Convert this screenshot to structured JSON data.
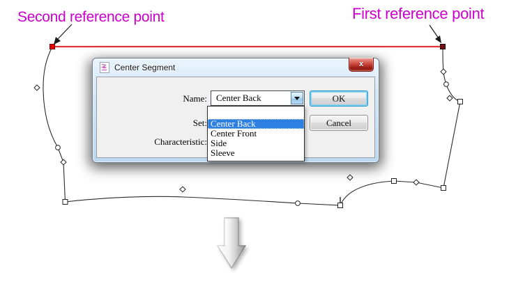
{
  "annotations": {
    "second_reference_label": "Second reference point",
    "first_reference_label": "First reference point",
    "label_color": "#cc00cc"
  },
  "dialog": {
    "title": "Center Segment",
    "close_glyph": "x",
    "fields": {
      "name_label": "Name:",
      "set_label": "Set:",
      "characteristic_label": "Characteristic:"
    },
    "combo": {
      "value": "Center Back"
    },
    "dropdown": {
      "options": [
        "Center Back",
        "Center Front",
        "Side",
        "Sleeve"
      ],
      "selected": "Center Back"
    },
    "buttons": {
      "ok": "OK",
      "cancel": "Cancel"
    }
  },
  "colors": {
    "reference_line": "#e13535",
    "second_point_fill": "#e40000",
    "first_point_fill": "#6e1113",
    "selection_highlight": "#2e7fe2",
    "annotation_text": "#cc00cc"
  }
}
